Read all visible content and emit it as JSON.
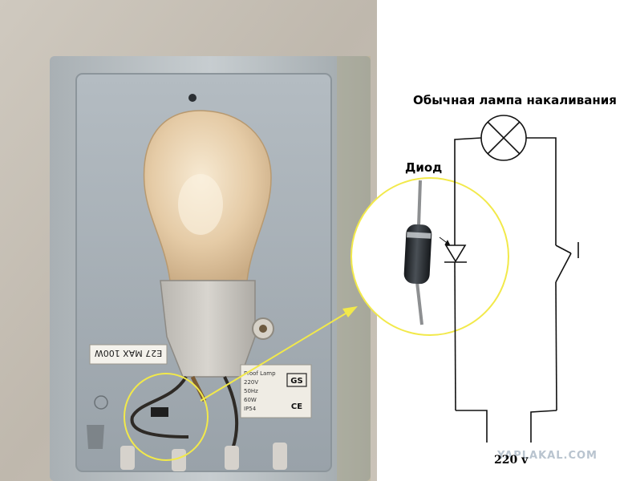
{
  "labels": {
    "lamp": "Обычная лампа накаливания",
    "diode": "Диод",
    "voltage": "220 v",
    "watermark": "YAPLAKAL.COM"
  },
  "photo_text": {
    "socket_rating": "E27 MAX 100W",
    "gs_mark": "GS",
    "ce_mark": "CE",
    "spec_lines": [
      "Proof Lamp",
      "220V",
      "50Hz",
      "60W",
      "IP54"
    ]
  },
  "colors": {
    "highlight": "#f2e94a",
    "circuit_line": "#111111",
    "diode_body": "#262a2e",
    "bulb": "#e5cba6"
  }
}
